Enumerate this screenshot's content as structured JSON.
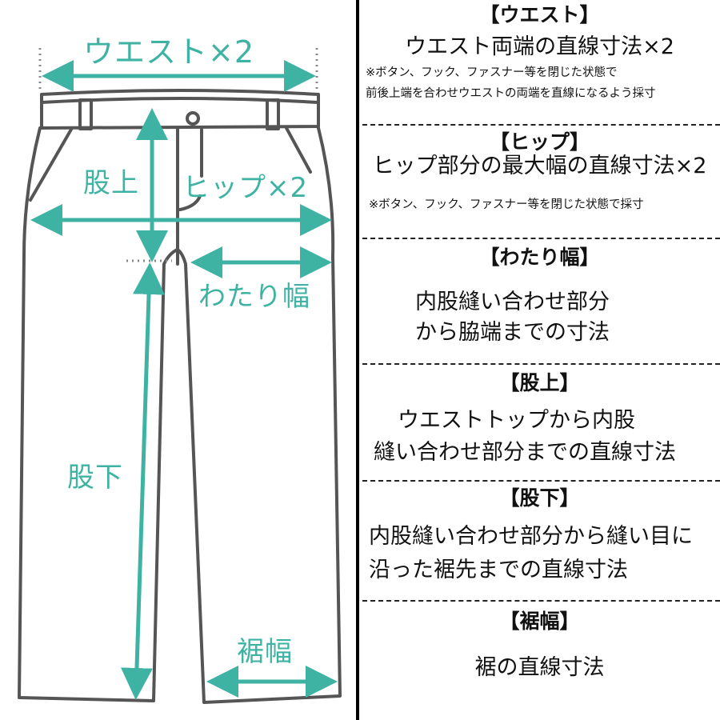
{
  "colors": {
    "accent_teal": "#3fb3a3",
    "outline_gray": "#555555",
    "divider": "#000000",
    "text": "#111111"
  },
  "diagram": {
    "labels": {
      "waist": "ウエスト×2",
      "hip": "ヒップ×2",
      "rise": "股上",
      "thigh": "わたり幅",
      "inseam": "股下",
      "hem": "裾幅"
    }
  },
  "sections": [
    {
      "title": "【ウエスト】",
      "main": [
        "ウエスト両端の直線寸法×2"
      ],
      "notes": [
        "※ボタン、フック、ファスナー等を閉じた状態で",
        "前後上端を合わせウエストの両端を直線になるよう採寸"
      ]
    },
    {
      "title": "【ヒップ】",
      "main": [
        "ヒップ部分の最大幅の直線寸法×2"
      ],
      "notes": [
        "※ボタン、フック、ファスナー等を閉じた状態で採寸"
      ]
    },
    {
      "title": "【わたり幅】",
      "main": [
        "内股縫い合わせ部分",
        "から脇端までの寸法"
      ],
      "notes": []
    },
    {
      "title": "【股上】",
      "main": [
        "ウエストトップから内股",
        "縫い合わせ部分までの直線寸法"
      ],
      "notes": []
    },
    {
      "title": "【股下】",
      "main": [
        "内股縫い合わせ部分から縫い目に",
        "沿った裾先までの直線寸法"
      ],
      "notes": []
    },
    {
      "title": "【裾幅】",
      "main": [
        "裾の直線寸法"
      ],
      "notes": []
    }
  ]
}
